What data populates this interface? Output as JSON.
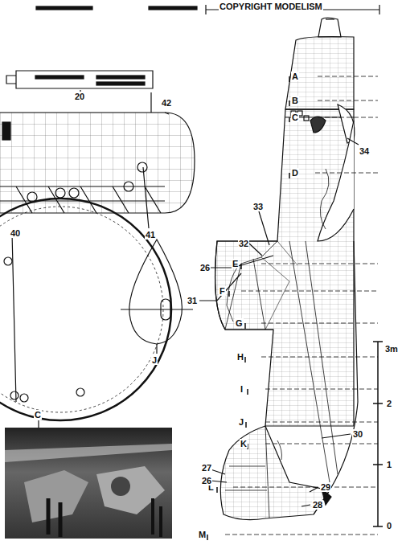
{
  "diagram": {
    "labels": [
      "COPYRIGHT MODELISM",
      "20",
      "42",
      "40",
      "41",
      "26",
      "31",
      "J",
      "C",
      "33",
      "32",
      "A",
      "B",
      "C",
      "D",
      "E",
      "F",
      "G",
      "H",
      "I",
      "J",
      "K",
      "L",
      "M",
      "34",
      "30",
      "27",
      "26",
      "29",
      "28",
      "3m",
      "2",
      "1",
      "0"
    ]
  }
}
